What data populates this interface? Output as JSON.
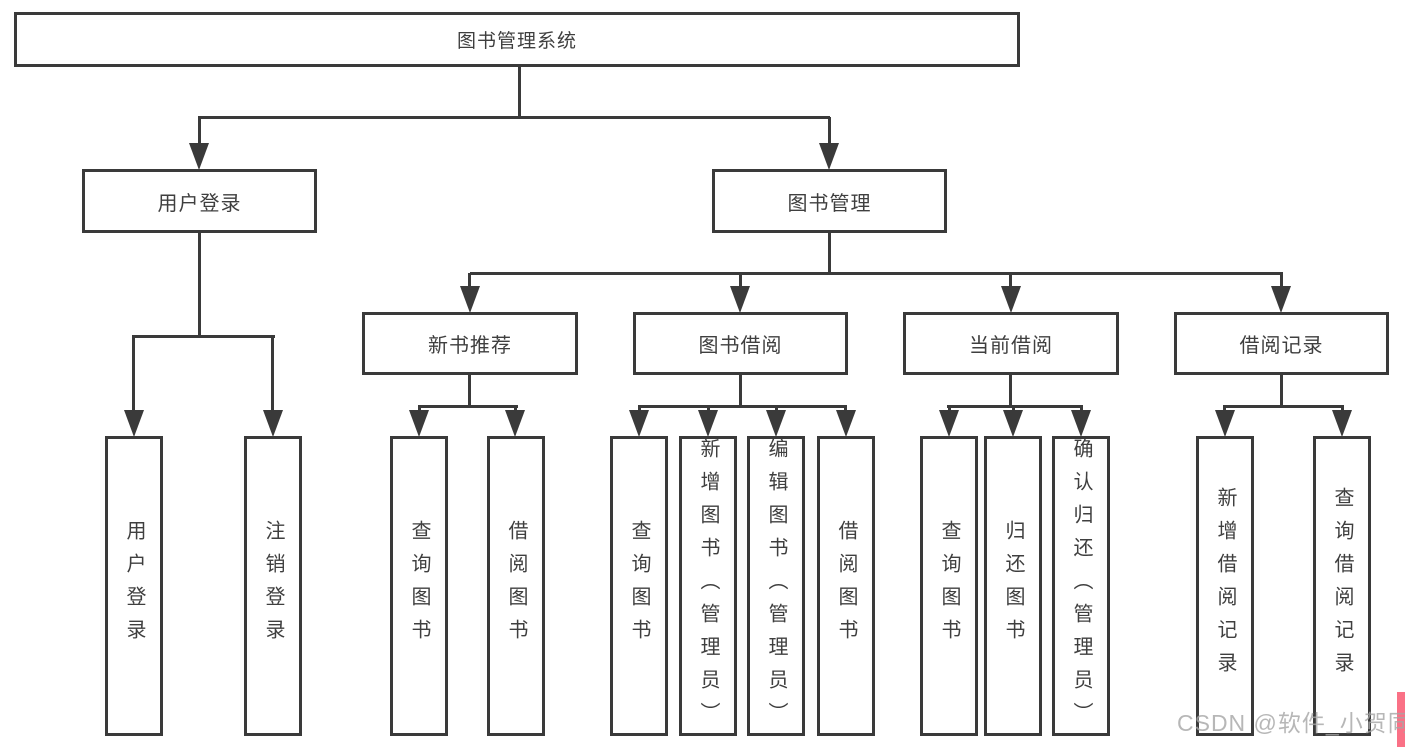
{
  "diagram": {
    "root": {
      "label": "图书管理系统"
    },
    "login_branch": {
      "label": "用户登录",
      "children": [
        {
          "label": "用户登录"
        },
        {
          "label": "注销登录"
        }
      ]
    },
    "management_branch": {
      "label": "图书管理",
      "modules": [
        {
          "label": "新书推荐",
          "children": [
            {
              "label": "查询图书"
            },
            {
              "label": "借阅图书"
            }
          ]
        },
        {
          "label": "图书借阅",
          "children": [
            {
              "label": "查询图书"
            },
            {
              "label": "新增图书（管理员）"
            },
            {
              "label": "编辑图书（管理员）"
            },
            {
              "label": "借阅图书"
            }
          ]
        },
        {
          "label": "当前借阅",
          "children": [
            {
              "label": "查询图书"
            },
            {
              "label": "归还图书"
            },
            {
              "label": "确认归还（管理员）"
            }
          ]
        },
        {
          "label": "借阅记录",
          "children": [
            {
              "label": "新增借阅记录"
            },
            {
              "label": "查询借阅记录"
            }
          ]
        }
      ]
    }
  },
  "watermark": {
    "text": "CSDN @软件_小贺同学"
  },
  "colors": {
    "line": "#3a3a3a",
    "box_border": "#3a3a3a",
    "text": "#3f3f3f",
    "background": "#ffffff",
    "watermark_text": "#a6a6a6",
    "csdn_accent": "#fa7186"
  }
}
